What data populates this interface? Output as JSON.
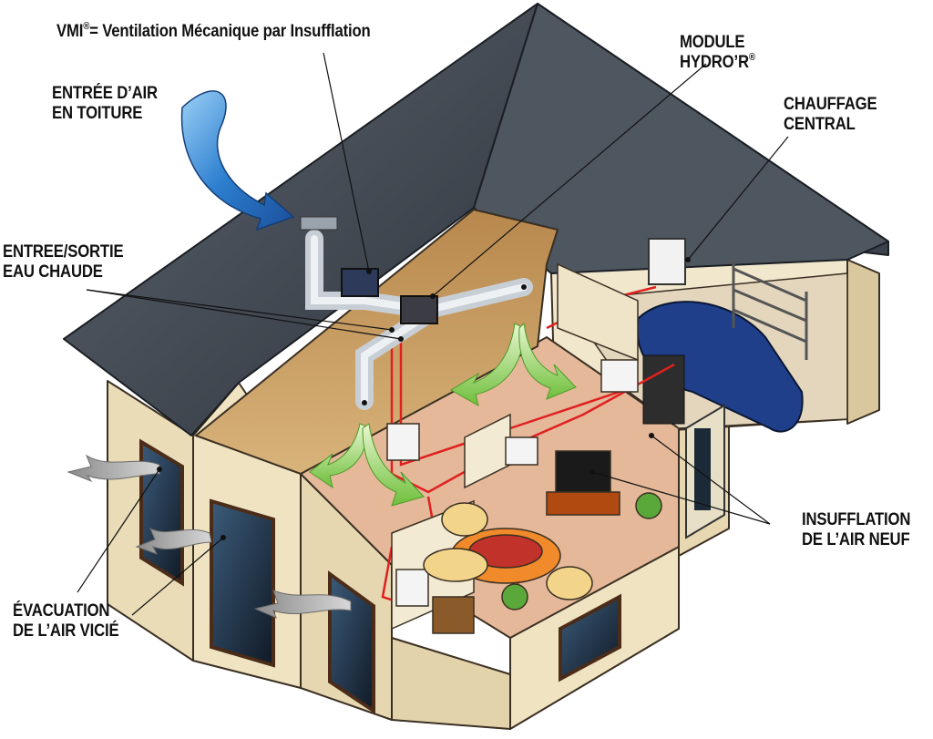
{
  "labels": {
    "vmi_prefix": "VMI",
    "vmi_mark": "®",
    "vmi_text": "= Ventilation Mécanique par Insufflation",
    "entree_air_1": "ENTRÉE D’AIR",
    "entree_air_2": "EN TOITURE",
    "module_1": "MODULE",
    "module_2": "HYDRO’R",
    "module_mark": "®",
    "chauffage_1": "CHAUFFAGE",
    "chauffage_2": "CENTRAL",
    "entree_eau_1": "ENTREE/SORTIE",
    "entree_eau_2": "EAU CHAUDE",
    "insufflation_1": "INSUFFLATION",
    "insufflation_2": "DE L’AIR NEUF",
    "evacuation_1": "ÉVACUATION",
    "evacuation_2": "DE L’AIR VICIÉ"
  },
  "colors": {
    "roof": "#3f4650",
    "attic_floor": "#c9a268",
    "wall_exterior": "#eadcb8",
    "floor_interior": "#e2b998",
    "duct": "#d9dde2",
    "air_inflow_arrow": "#7ec84a",
    "roof_intake_arrow": "#2d7fd0",
    "exhaust_arrow": "#8c8c8c",
    "hot_water_pipe": "#e02020",
    "car": "#1f3f8a"
  }
}
